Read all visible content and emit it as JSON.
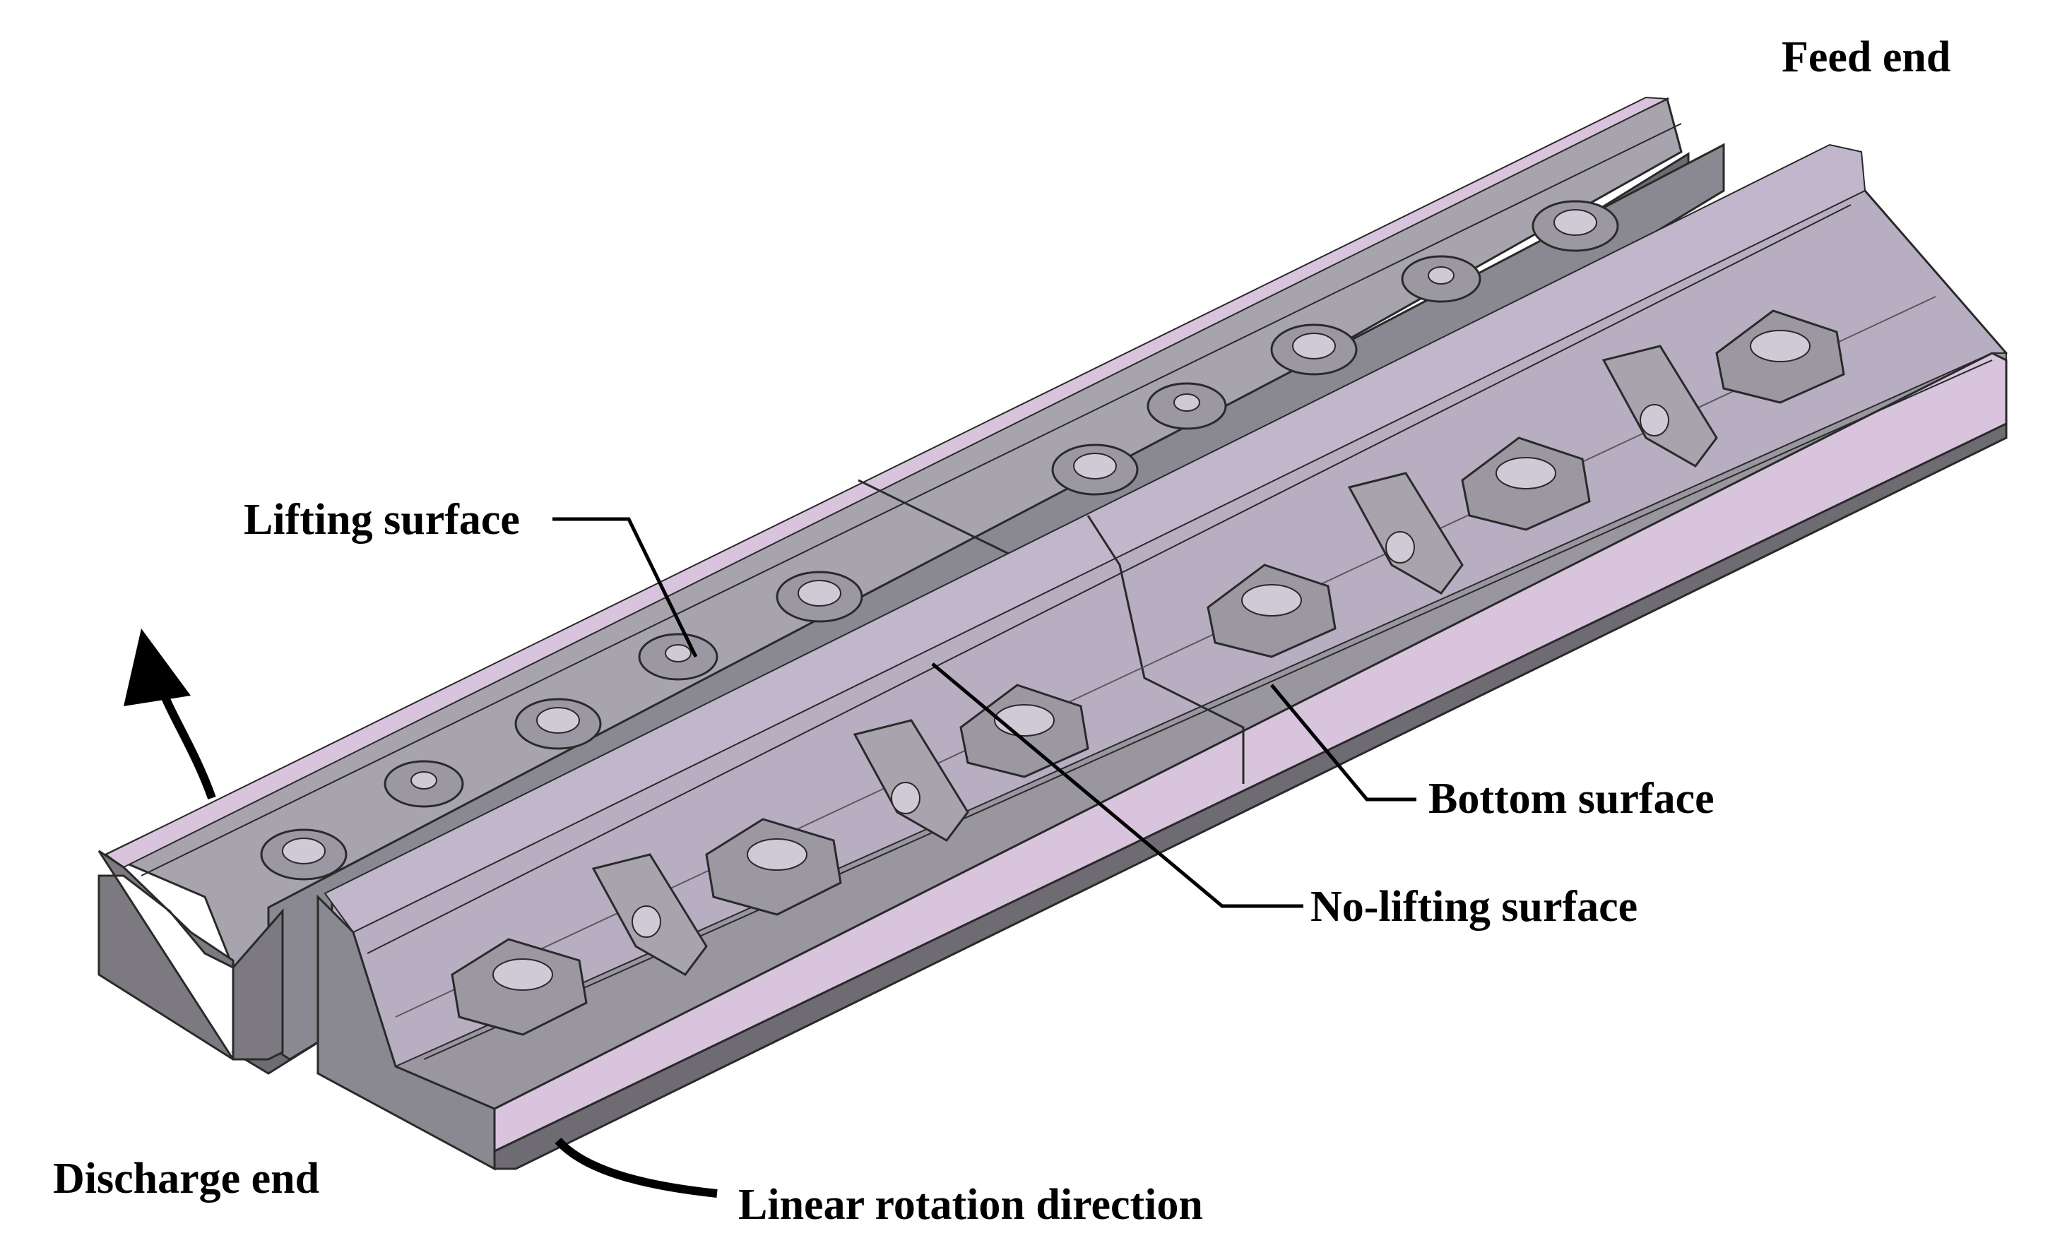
{
  "labels": {
    "feed_end": "Feed end",
    "lifting_surface": "Lifting surface",
    "bottom_surface": "Bottom surface",
    "no_lifting_surface": "No-lifting surface",
    "discharge_end": "Discharge end",
    "rotation_direction": "Linear rotation direction"
  },
  "colors": {
    "face_light": "#a8a4ad",
    "face_purple": "#b8aec2",
    "face_dark": "#7c7a80",
    "edge_pink": "#d8c4dc",
    "outline": "#2a2a2a",
    "lobe": "#9c98a2",
    "annotation": "#000000"
  },
  "icons": {
    "direction_arrow": "curved-arrow-up-left"
  }
}
